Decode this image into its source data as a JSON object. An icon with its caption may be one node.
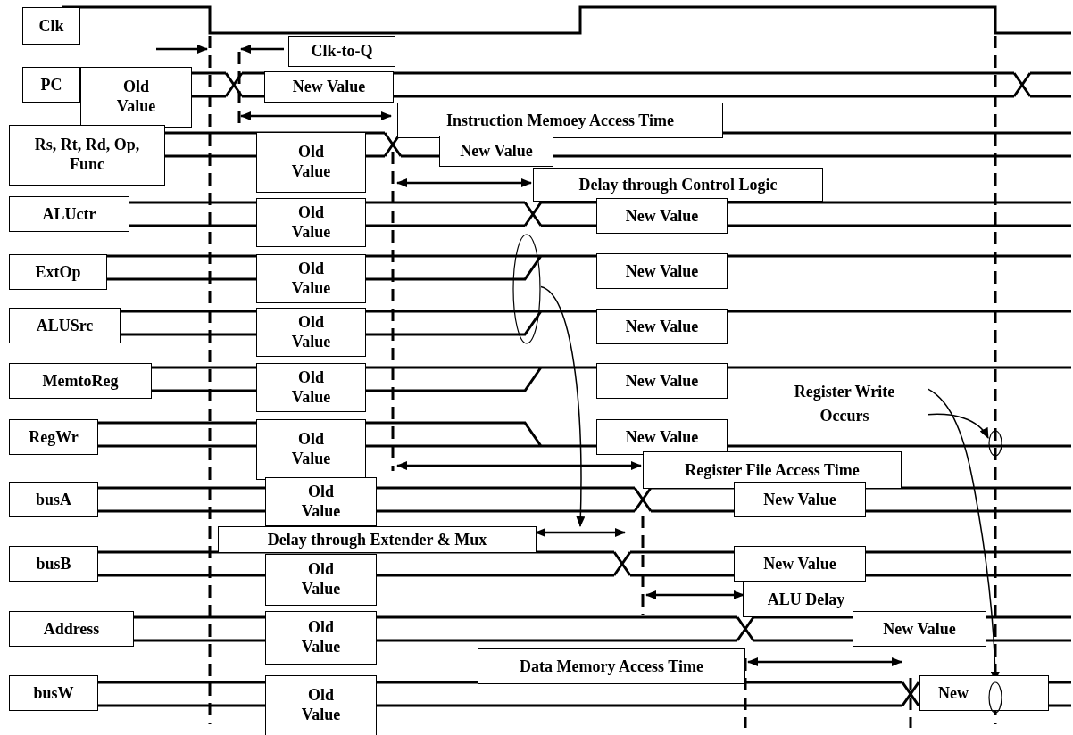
{
  "diagram": {
    "nodes": [
      {
        "text": [],
        "shape": "ellipse"
      },
      {
        "text": [
          "Register Write Occurs"
        ]
      },
      {
        "text": [],
        "shape": "ellipse"
      },
      {
        "text": [],
        "shape": "ellipse"
      }
    ],
    "edges": [
      {
        "from": 0,
        "to": null,
        "arrow": "to"
      },
      {
        "from": 1,
        "to": 2,
        "arrow": "to"
      },
      {
        "from": 1,
        "to": 3,
        "arrow": "to"
      }
    ],
    "labels": [
      "Clk",
      "Clk-to-Q",
      "PC",
      "Old Value",
      "New Value",
      "Instruction Memoey Access Time",
      "Rs, Rt, Rd, Op, Func",
      "Old Value",
      "New Value",
      "Delay through Control Logic",
      "ALUctr",
      "Old Value",
      "New Value",
      "ExtOp",
      "Old Value",
      "New Value",
      "ALUSrc",
      "Old Value",
      "New Value",
      "MemtoReg",
      "Old Value",
      "New Value",
      "RegWr",
      "Old Value",
      "New Value",
      "Register File Access Time",
      "busA",
      "Old Value",
      "New Value",
      "Delay through Extender & Mux",
      "busB",
      "Old Value",
      "New Value",
      "ALU Delay",
      "Address",
      "Old Value",
      "New Value",
      "Data Memory Access Time",
      "busW",
      "Old Value",
      "New"
    ]
  }
}
